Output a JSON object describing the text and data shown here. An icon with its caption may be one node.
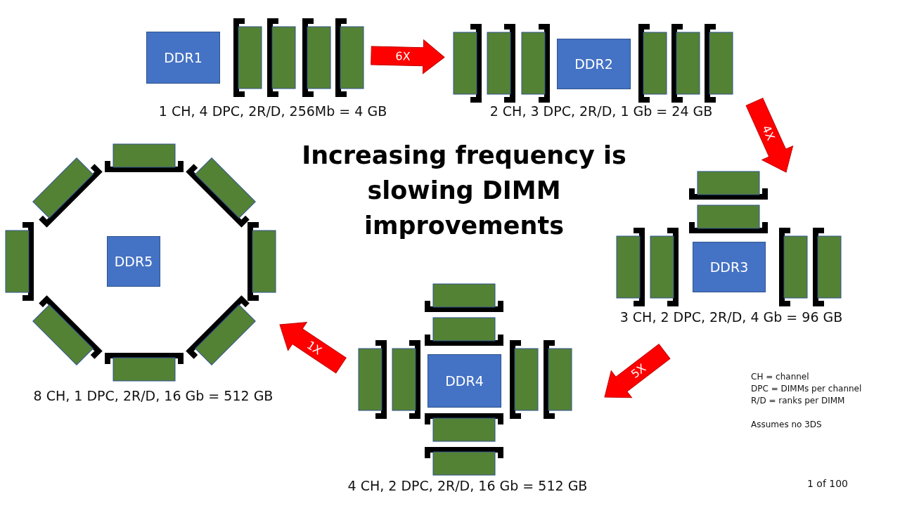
{
  "diagram": {
    "title": "Increasing frequency is slowing DIMM improvements",
    "nodes": [
      {
        "text": [
          "DDR1"
        ]
      },
      {
        "text": [
          "DDR2"
        ]
      },
      {
        "text": [
          "DDR3"
        ]
      },
      {
        "text": [
          "DDR4"
        ]
      },
      {
        "text": [
          "DDR5"
        ]
      }
    ],
    "edges": [
      {
        "from": 0,
        "to": 1,
        "arrow": "to",
        "label": "6X"
      },
      {
        "from": 1,
        "to": 2,
        "arrow": "to",
        "label": "4X"
      },
      {
        "from": 2,
        "to": 3,
        "arrow": "to",
        "label": "5X"
      },
      {
        "from": 3,
        "to": 4,
        "arrow": "to",
        "label": "1X"
      }
    ],
    "labels": [
      "1 CH, 4 DPC, 2R/D, 256Mb = 4 GB",
      "2 CH, 3 DPC, 2R/D, 1 Gb = 24 GB",
      "3 CH, 2 DPC, 2R/D, 4 Gb = 96 GB",
      "8 CH, 1 DPC, 2R/D, 16 Gb = 512 GB",
      "CH = channel",
      "DPC = DIMMs per channel",
      "R/D = ranks per DIMM",
      "Assumes no 3DS",
      "4 CH, 2 DPC, 2R/D, 16 Gb = 512 GB",
      "1 of 100"
    ]
  }
}
